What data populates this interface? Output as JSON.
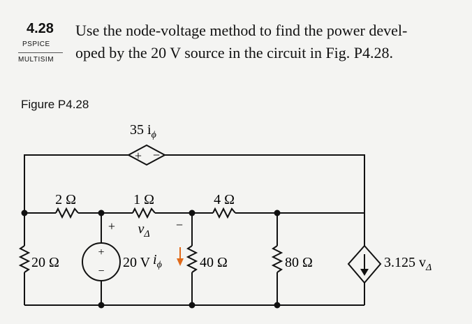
{
  "problem": {
    "number": "4.28",
    "text_lines": [
      "Use the node-voltage method to find the power devel-",
      "oped by the 20 V source in the circuit in Fig. P4.28."
    ],
    "tags": [
      "PSPICE",
      "MULTISIM"
    ]
  },
  "figure": {
    "label": "Figure P4.28",
    "dep_voltage_source": {
      "label": "35 i",
      "subscript": "ϕ",
      "plus": "+",
      "minus": "−"
    },
    "resistors_top": [
      "2 Ω",
      "1 Ω",
      "4 Ω"
    ],
    "v_delta": {
      "label": "v",
      "subscript": "Δ",
      "plus": "+",
      "minus": "−"
    },
    "r20": "20 Ω",
    "source": {
      "label": "20 V",
      "plus": "+",
      "minus": "−"
    },
    "i_phi": {
      "label": "i",
      "subscript": "ϕ"
    },
    "r40": "40 Ω",
    "r80": "80 Ω",
    "dep_current_source": {
      "label": "3.125 v",
      "subscript": "Δ"
    }
  }
}
